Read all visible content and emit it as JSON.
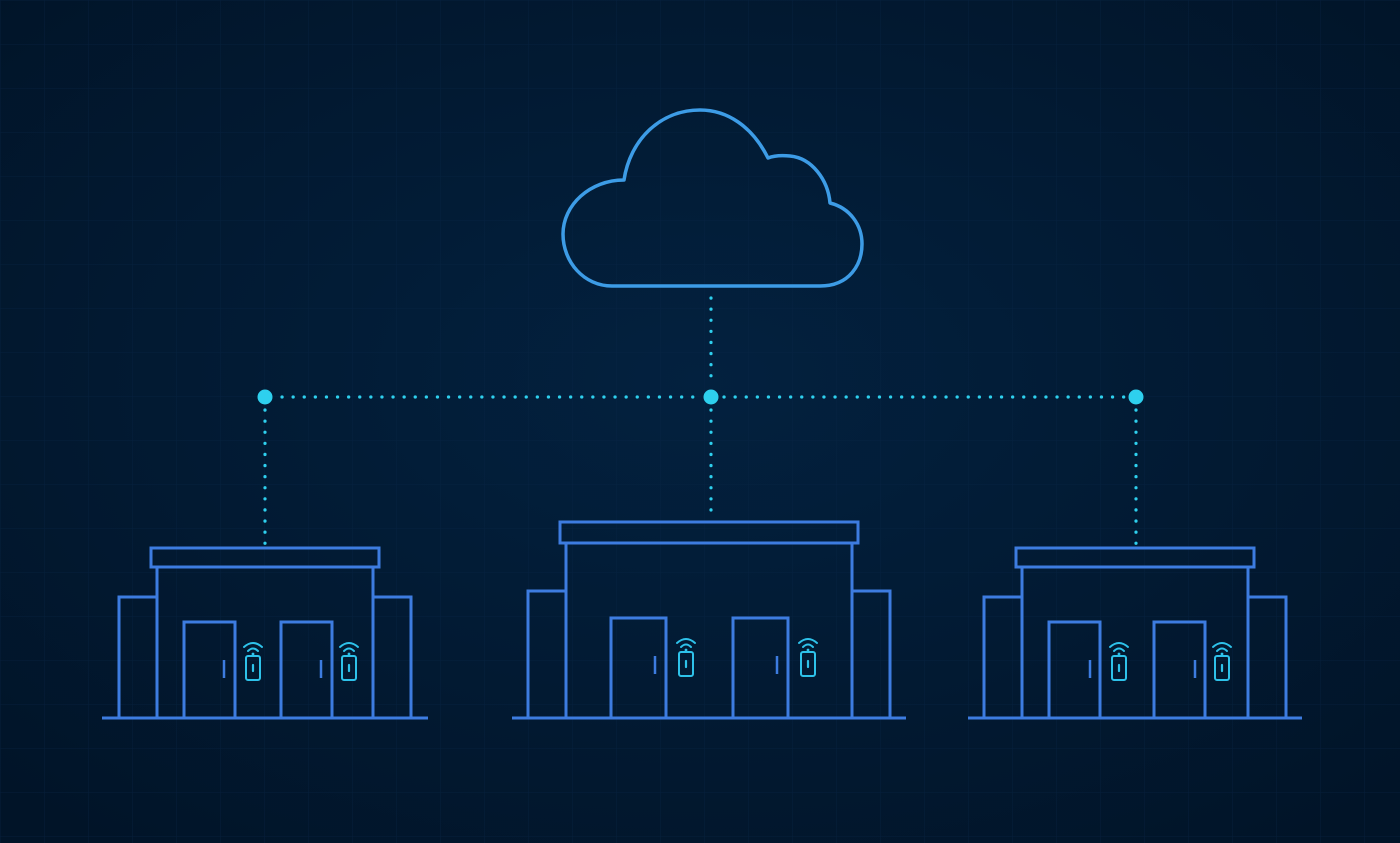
{
  "colors": {
    "background": "#021a36",
    "grid": "#0a2748",
    "cloud": "#3d9ce6",
    "building": "#3d7ce0",
    "connector": "#2ed0ee",
    "lock": "#2ec2ea"
  },
  "diagram": {
    "title": "",
    "cloud_icon": "cloud-icon",
    "building_icon": "storefront-building-icon",
    "lock_icon": "smart-lock-wifi-icon",
    "buildings": [
      {
        "id": "left",
        "doors": 2,
        "smart_locks": 2
      },
      {
        "id": "center",
        "doors": 2,
        "smart_locks": 2
      },
      {
        "id": "right",
        "doors": 2,
        "smart_locks": 2
      }
    ],
    "connections": [
      {
        "from": "cloud",
        "to": "hub"
      },
      {
        "from": "hub",
        "to": "left"
      },
      {
        "from": "hub",
        "to": "center"
      },
      {
        "from": "hub",
        "to": "right"
      }
    ]
  }
}
